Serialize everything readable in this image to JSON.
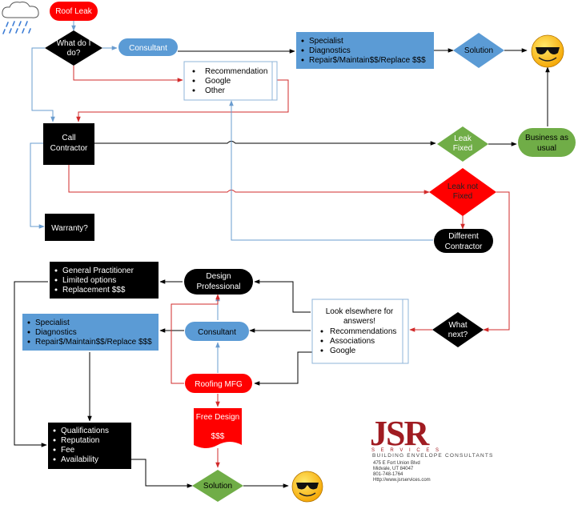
{
  "nodes": {
    "roof_leak": "Roof Leak",
    "what_do_i_do": [
      "What do I",
      "do?"
    ],
    "consultant_top": "Consultant",
    "specialist_box_top": [
      "Specialist",
      "Diagnostics",
      "Repair$/Maintain$$/Replace $$$"
    ],
    "solution_top": "Solution",
    "recommendation_box": [
      "Recommendation",
      "Google",
      "Other"
    ],
    "call_contractor": [
      "Call",
      "Contractor"
    ],
    "leak_fixed": [
      "Leak",
      "Fixed"
    ],
    "business_as_usual": [
      "Business as",
      "usual"
    ],
    "leak_not_fixed": [
      "Leak not",
      "Fixed"
    ],
    "warranty": "Warranty?",
    "different_contractor": [
      "Different",
      "Contractor"
    ],
    "general_practitioner_box": [
      "General Practitioner",
      "Limited options",
      "Replacement $$$"
    ],
    "design_professional": [
      "Design",
      "Professional"
    ],
    "look_elsewhere": [
      "Look elsewhere for",
      "answers!"
    ],
    "look_elsewhere_items": [
      "Recommendations",
      "Associations",
      "Google"
    ],
    "specialist_box_bottom": [
      "Specialist",
      "Diagnostics",
      "Repair$/Maintain$$/Replace $$$"
    ],
    "consultant_mid": "Consultant",
    "what_next": [
      "What",
      "next?"
    ],
    "roofing_mfg": "Roofing MFG",
    "free_design": [
      "Free Design",
      "$$$"
    ],
    "qualifications_box": [
      "Qualifications",
      "Reputation",
      "Fee",
      "Availability"
    ],
    "solution_bottom": "Solution"
  },
  "logo": {
    "mark": "JSR",
    "sub": "S E R V I C E S",
    "tagline": "BUILDING ENVELOPE CONSULTANTS",
    "address": [
      "475 E Fort Union Blvd",
      "Midvale, UT 84047",
      "801-748-1764",
      "Http://www.jsrservices.com"
    ]
  },
  "colors": {
    "red": "#ff0000",
    "blue_fill": "#5b9bd5",
    "green_fill": "#70ad47",
    "black_fill": "#000000",
    "red_line": "#d22b2b",
    "blue_line": "#6a9ccf",
    "logo_red": "#a01c22"
  },
  "icons": [
    "rain-cloud-icon",
    "smiley-sunglasses-icon"
  ]
}
